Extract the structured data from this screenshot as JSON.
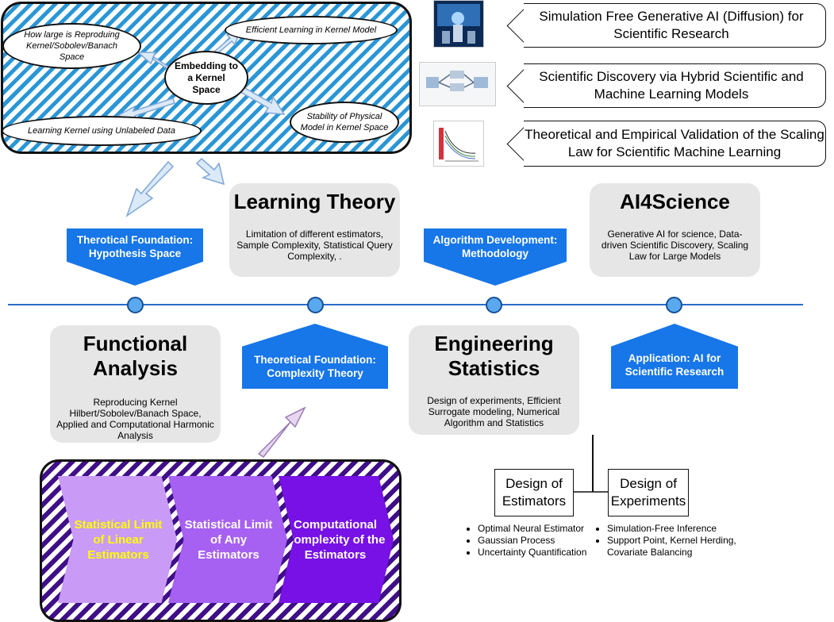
{
  "kernel_diagram": {
    "center": "Embedding to a Kernel Space",
    "top_left": "How large is Reproduing Kernel/Sobolev/Banach Space",
    "top_right": "Efficient Learning in Kernel Model",
    "bottom_left": "Learning Kernel using Unlabeled Data",
    "bottom_right": "Stability of Physical Model in Kernel Space"
  },
  "research_directions": [
    {
      "text": "Simulation Free Generative AI (Diffusion) for Scientific Research"
    },
    {
      "text": "Scientific Discovery via Hybrid Scientific and Machine Learning Models"
    },
    {
      "text": "Theoretical and Empirical Validation of the Scaling Law for Scientific Machine Learning"
    }
  ],
  "above_cards": [
    {
      "title": "Learning Theory",
      "text": "Limitation of different estimators, Sample Complexity, Statistical Query Complexity, ."
    },
    {
      "title": "AI4Science",
      "text": "Generative AI for science, Data-driven Scientific Discovery, Scaling Law for Large Models"
    }
  ],
  "below_cards": [
    {
      "title": "Functional Analysis",
      "text": "Reproducing Kernel Hilbert/Sobolev/Banach Space, Applied and Computational Harmonic Analysis"
    },
    {
      "title": "Engineering Statistics",
      "text": "Design of experiments, Efficient Surrogate modeling, Numerical Algorithm and Statistics"
    }
  ],
  "labels_down": [
    {
      "text": "Therotical Foundation: Hypothesis Space"
    },
    {
      "text": "Algorithm Development: Methodology"
    }
  ],
  "labels_up": [
    {
      "text": "Theoretical Foundation: Complexity Theory"
    },
    {
      "text": "Application: AI for Scientific Research"
    }
  ],
  "limits": [
    {
      "text": "Statistical Limit of Linear Estimators",
      "color": "#ffff00",
      "bg": "#c99bf6"
    },
    {
      "text": "Statistical Limit of Any Estimators",
      "color": "#ffffff",
      "bg": "#a660f2"
    },
    {
      "text": "Computational Complexity of the Estimators",
      "color": "#ffffff",
      "bg": "#7711e6"
    }
  ],
  "design": {
    "estimators": {
      "title": "Design of Estimators",
      "bullets": [
        "Optimal Neural Estimator",
        "Gaussian Process",
        "Uncertainty Quantification"
      ]
    },
    "experiments": {
      "title": "Design of Experiments",
      "bullets": [
        "Simulation-Free Inference",
        "Support Point, Kernel Herding, Covariate Balancing"
      ]
    }
  },
  "colors": {
    "accent_blue": "#1776e8",
    "timeline": "#2a6cc9",
    "stripe_blue": "#2a96d6",
    "stripe_purple": "#3f0f88",
    "card_gray": "#e6e6e6"
  }
}
